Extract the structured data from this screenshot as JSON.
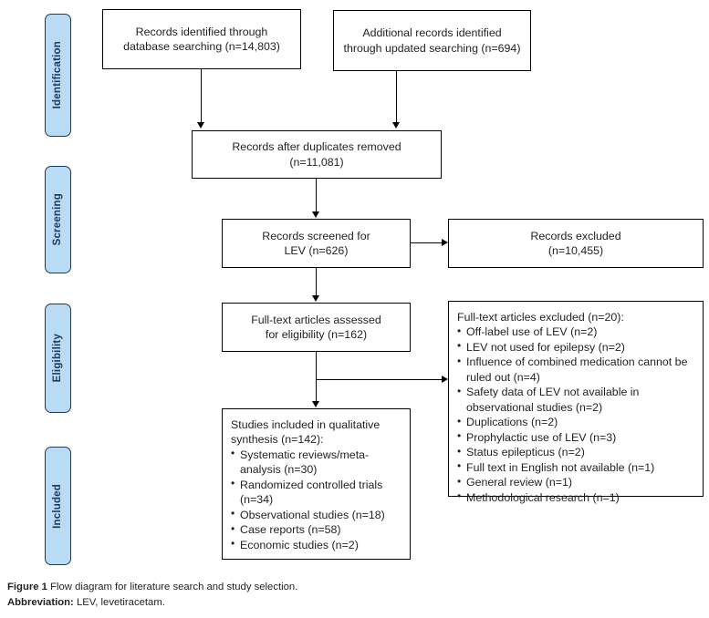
{
  "figure": {
    "caption_label": "Figure 1",
    "caption_text": "Flow diagram for literature search and study selection.",
    "abbrev_label": "Abbreviation:",
    "abbrev_text": "LEV, levetiracetam."
  },
  "colors": {
    "stage_fill": "#b9dcf4",
    "stage_border": "#1f3864",
    "box_border": "#000000",
    "text": "#231f20"
  },
  "stages": [
    {
      "label": "Identification"
    },
    {
      "label": "Screening"
    },
    {
      "label": "Eligibility"
    },
    {
      "label": "Included"
    }
  ],
  "boxes": {
    "db_search": {
      "line1": "Records identified through",
      "line2": "database searching (n=14,803)"
    },
    "updated_search": {
      "line1": "Additional records identified",
      "line2": "through updated searching (n=694)"
    },
    "duplicates_removed": {
      "line1": "Records after duplicates removed",
      "line2": "(n=11,081)"
    },
    "records_screened": {
      "line1": "Records screened for",
      "line2": "LEV (n=626)"
    },
    "records_excluded": {
      "line1": "Records excluded",
      "line2": "(n=10,455)"
    },
    "fulltext_assessed": {
      "line1": "Full-text articles assessed",
      "line2": "for eligibility (n=162)"
    },
    "fulltext_excluded": {
      "heading": "Full-text articles excluded (n=20):",
      "items": [
        "Off-label use of LEV (n=2)",
        "LEV not used for epilepsy (n=2)",
        "Influence of combined medication cannot be ruled out (n=4)",
        "Safety data of LEV not available in observational studies (n=2)",
        "Duplications (n=2)",
        "Prophylactic use of LEV (n=3)",
        "Status epilepticus (n=2)",
        "Full text in English not available (n=1)",
        "General review (n=1)",
        "Methodological research (n=1)"
      ]
    },
    "studies_included": {
      "heading": "Studies included in qualitative synthesis (n=142):",
      "items": [
        "Systematic reviews/meta-analysis (n=30)",
        "Randomized controlled trials (n=34)",
        "Observational studies (n=18)",
        "Case reports (n=58)",
        "Economic studies (n=2)"
      ]
    }
  }
}
